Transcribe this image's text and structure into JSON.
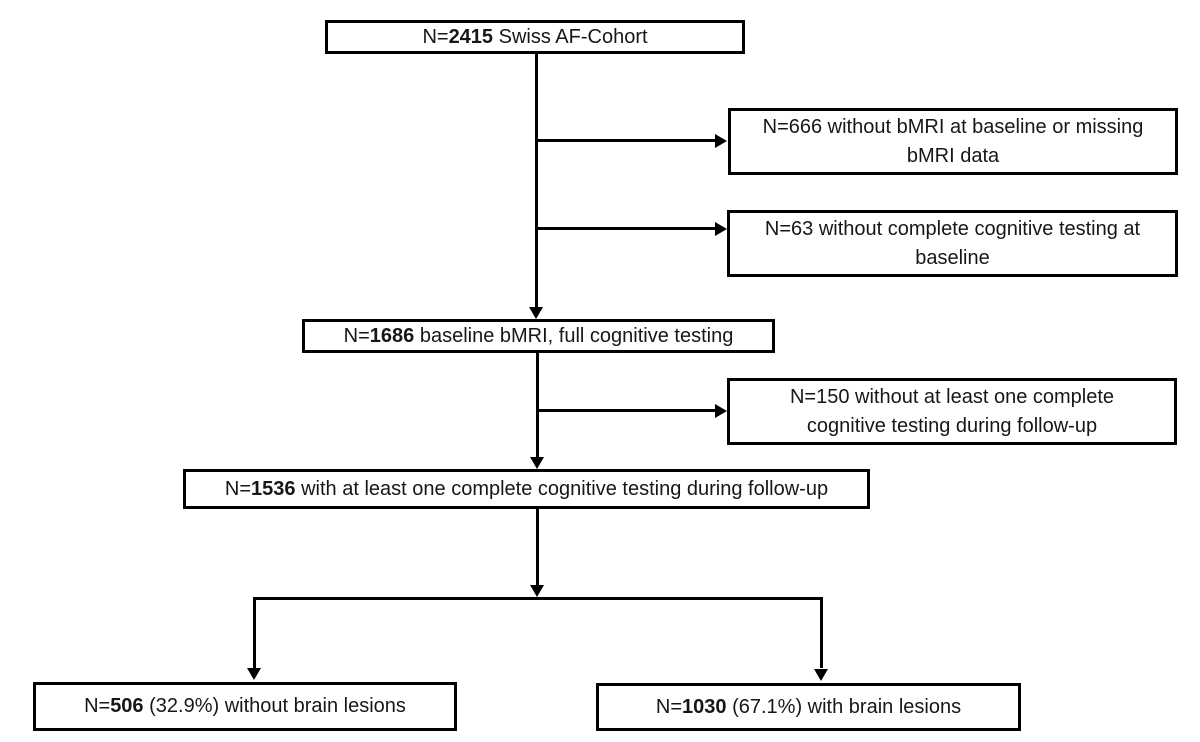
{
  "colors": {
    "box_border": "#000000",
    "connector_line": "#000000",
    "background": "#ffffff",
    "text": "#171717"
  },
  "nodes": {
    "cohort": {
      "pre": "N=",
      "bold": "2415",
      "post": " Swiss AF-Cohort"
    },
    "no_bmri": {
      "line1": "N=666 without bMRI at baseline or missing",
      "line2": "bMRI data"
    },
    "no_cog_baseline": {
      "line1": "N=63 without complete cognitive testing at",
      "line2": "baseline"
    },
    "baseline": {
      "pre": "N=",
      "bold": "1686",
      "post": " baseline bMRI, full cognitive testing"
    },
    "no_followup": {
      "line1": "N=150 without at least one complete",
      "line2": "cognitive testing during follow-up"
    },
    "followup": {
      "pre": "N=",
      "bold": "1536",
      "post": " with at least one complete cognitive testing during follow-up"
    },
    "without_lesions": {
      "pre": "N=",
      "bold": "506",
      "post": " (32.9%) without brain lesions"
    },
    "with_lesions": {
      "pre": "N=",
      "bold": "1030",
      "post": " (67.1%) with brain lesions"
    }
  }
}
